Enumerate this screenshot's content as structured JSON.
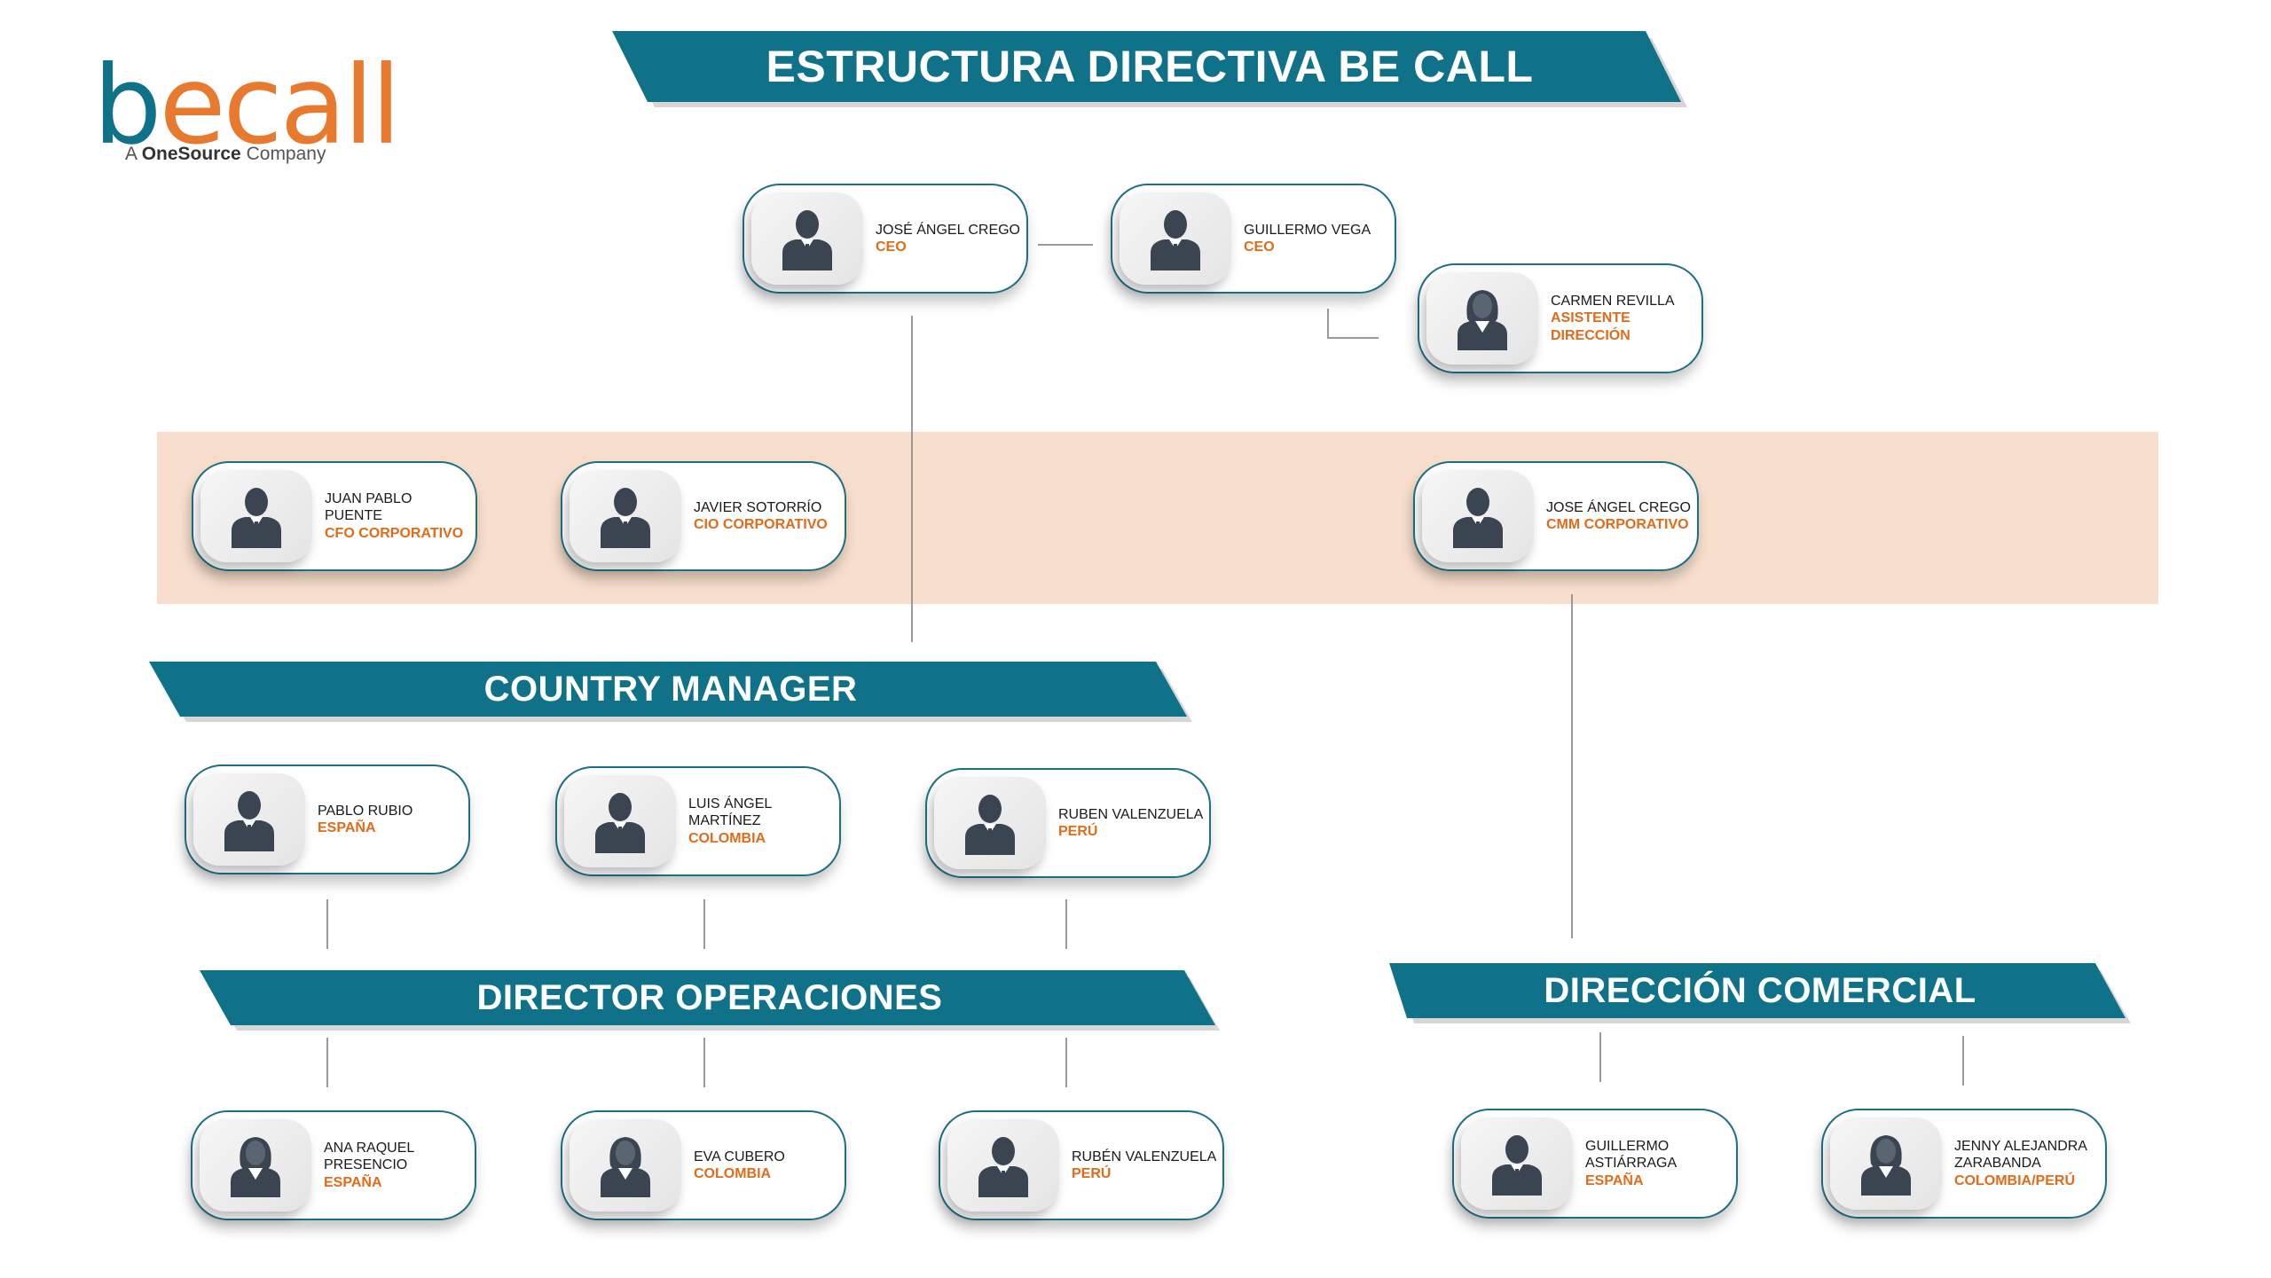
{
  "logo": {
    "b": "b",
    "e": "e",
    "call": "call",
    "tagline_prefix": "A",
    "tagline_brand": "OneSource",
    "tagline_suffix": "Company"
  },
  "banners": {
    "main": "ESTRUCTURA DIRECTIVA BE CALL",
    "country_manager": "COUNTRY MANAGER",
    "director_operaciones": "DIRECTOR OPERACIONES",
    "direccion_comercial": "DIRECCIÓN COMERCIAL"
  },
  "people": {
    "ceo1": {
      "name": "JOSÉ ÁNGEL CREGO",
      "role": "CEO",
      "avatar": "male-avatar-icon"
    },
    "ceo2": {
      "name": "GUILLERMO VEGA",
      "role": "CEO",
      "avatar": "male-avatar-icon"
    },
    "assistant": {
      "name": "CARMEN REVILLA",
      "role": "ASISTENTE DIRECCIÓN",
      "avatar": "female-avatar-icon"
    },
    "cfo": {
      "name": "JUAN PABLO PUENTE",
      "role": "CFO CORPORATIVO",
      "avatar": "male-avatar-icon"
    },
    "cio": {
      "name": "JAVIER SOTORRÍO",
      "role": "CIO CORPORATIVO",
      "avatar": "male-avatar-icon"
    },
    "cmm": {
      "name": "JOSE ÁNGEL CREGO",
      "role": "CMM CORPORATIVO",
      "avatar": "male-avatar-icon"
    },
    "cm_es": {
      "name": "PABLO RUBIO",
      "role": "ESPAÑA",
      "avatar": "male-avatar-icon"
    },
    "cm_co": {
      "name": "LUIS ÁNGEL MARTÍNEZ",
      "role": "COLOMBIA",
      "avatar": "male-avatar-icon"
    },
    "cm_pe": {
      "name": "RUBEN VALENZUELA",
      "role": "PERÚ",
      "avatar": "male-avatar-icon"
    },
    "op_es": {
      "name": "ANA RAQUEL PRESENCIO",
      "role": "ESPAÑA",
      "avatar": "female-avatar-icon"
    },
    "op_co": {
      "name": "EVA CUBERO",
      "role": "COLOMBIA",
      "avatar": "female-avatar-icon"
    },
    "op_pe": {
      "name": "RUBÉN VALENZUELA",
      "role": "PERÚ",
      "avatar": "male-avatar-icon"
    },
    "com_es": {
      "name": "GUILLERMO ASTIÁRRAGA",
      "role": "ESPAÑA",
      "avatar": "male-avatar-icon"
    },
    "com_copa": {
      "name": "JENNY ALEJANDRA ZARABANDA",
      "role": "COLOMBIA/PERÚ",
      "avatar": "female-avatar-icon"
    }
  },
  "colors": {
    "banner": "#0f7289",
    "accent": "#e06c1a",
    "band": "#f8dfcd",
    "card_border": "#1d6f84",
    "avatar": "#3b4552"
  }
}
